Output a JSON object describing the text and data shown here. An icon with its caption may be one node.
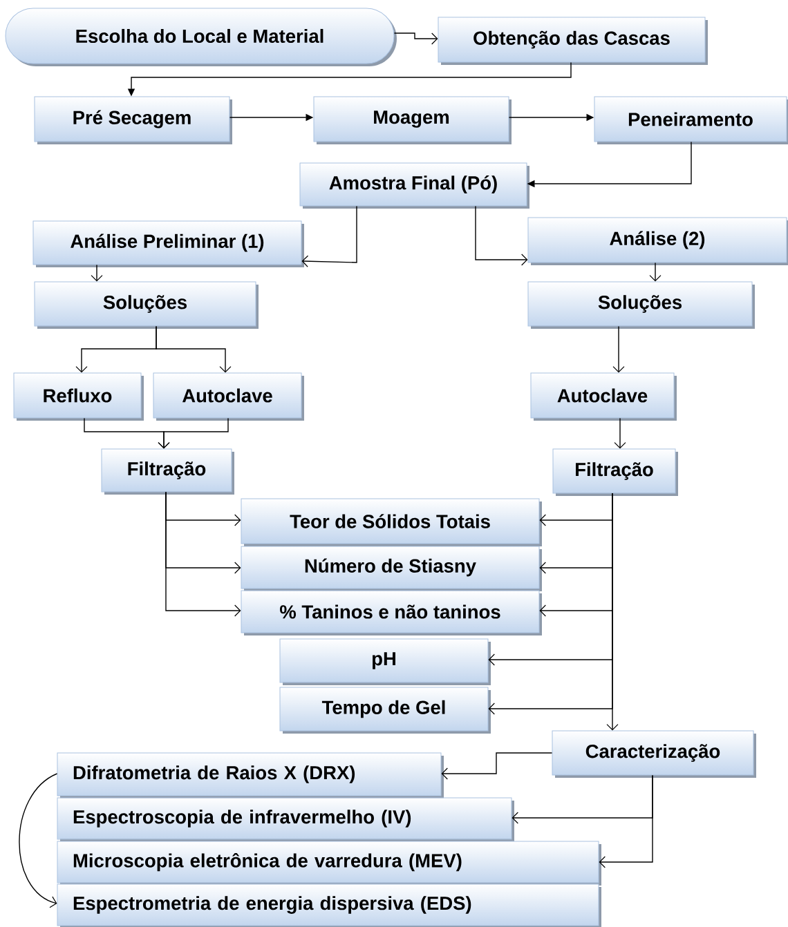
{
  "diagram": {
    "nodes": [
      {
        "text": [
          "Escolha do Local e Material"
        ]
      },
      {
        "text": [
          "Obtenção das Cascas"
        ]
      },
      {
        "text": [
          "Pré Secagem"
        ]
      },
      {
        "text": [
          "Moagem"
        ]
      },
      {
        "text": [
          "Peneiramento"
        ]
      },
      {
        "text": [
          "Amostra Final (Pó)"
        ]
      },
      {
        "text": [
          "Análise Preliminar (1)"
        ]
      },
      {
        "text": [
          "Análise (2)"
        ]
      },
      {
        "text": [
          "Soluções"
        ]
      },
      {
        "text": [
          "Soluções"
        ]
      },
      {
        "text": [
          "Refluxo"
        ]
      },
      {
        "text": [
          "Autoclave"
        ]
      },
      {
        "text": [
          "Autoclave"
        ]
      },
      {
        "text": [
          "Filtração"
        ]
      },
      {
        "text": [
          "Filtração"
        ]
      },
      {
        "text": [
          "Teor de Sólidos Totais"
        ]
      },
      {
        "text": [
          "Número de Stiasny"
        ]
      },
      {
        "text": [
          "% Taninos e não taninos"
        ]
      },
      {
        "text": [
          "pH"
        ]
      },
      {
        "text": [
          "Tempo de Gel"
        ]
      },
      {
        "text": [
          "Caracterização"
        ]
      },
      {
        "text": [
          "Difratometria de Raios X (DRX)"
        ]
      },
      {
        "text": [
          "Espectroscopia de infravermelho (IV)"
        ]
      },
      {
        "text": [
          "Microscopia eletrônica de varredura (MEV)"
        ]
      },
      {
        "text": [
          "Espectrometria de energia dispersiva (EDS)"
        ]
      }
    ],
    "edges": [
      {
        "from": 0,
        "to": 1,
        "arrow": "to"
      },
      {
        "from": 1,
        "to": 2,
        "arrow": "to"
      },
      {
        "from": 2,
        "to": 3,
        "arrow": "to"
      },
      {
        "from": 3,
        "to": 4,
        "arrow": "to"
      },
      {
        "from": 4,
        "to": 5,
        "arrow": "to"
      },
      {
        "from": 5,
        "to": 6,
        "arrow": "to"
      },
      {
        "from": 5,
        "to": 7,
        "arrow": "to"
      },
      {
        "from": 6,
        "to": 8,
        "arrow": "to"
      },
      {
        "from": 7,
        "to": 9,
        "arrow": "to"
      },
      {
        "from": 8,
        "to": 10,
        "arrow": "to"
      },
      {
        "from": 8,
        "to": 11,
        "arrow": "to"
      },
      {
        "from": 9,
        "to": 12,
        "arrow": "to"
      },
      {
        "from": 10,
        "to": 13,
        "arrow": "to"
      },
      {
        "from": 11,
        "to": 13,
        "arrow": "to"
      },
      {
        "from": 12,
        "to": 14,
        "arrow": "to"
      },
      {
        "from": 13,
        "to": 15,
        "arrow": "to"
      },
      {
        "from": 13,
        "to": 16,
        "arrow": "to"
      },
      {
        "from": 13,
        "to": 17,
        "arrow": "to"
      },
      {
        "from": 14,
        "to": 15,
        "arrow": "to"
      },
      {
        "from": 14,
        "to": 16,
        "arrow": "to"
      },
      {
        "from": 14,
        "to": 17,
        "arrow": "to"
      },
      {
        "from": 14,
        "to": 18,
        "arrow": "to"
      },
      {
        "from": 14,
        "to": 19,
        "arrow": "to"
      },
      {
        "from": 14,
        "to": 20,
        "arrow": "to"
      },
      {
        "from": 20,
        "to": 21,
        "arrow": "to"
      },
      {
        "from": 20,
        "to": 22,
        "arrow": "to"
      },
      {
        "from": 20,
        "to": 23,
        "arrow": "to"
      },
      {
        "from": 21,
        "to": 24,
        "arrow": "to"
      }
    ]
  }
}
